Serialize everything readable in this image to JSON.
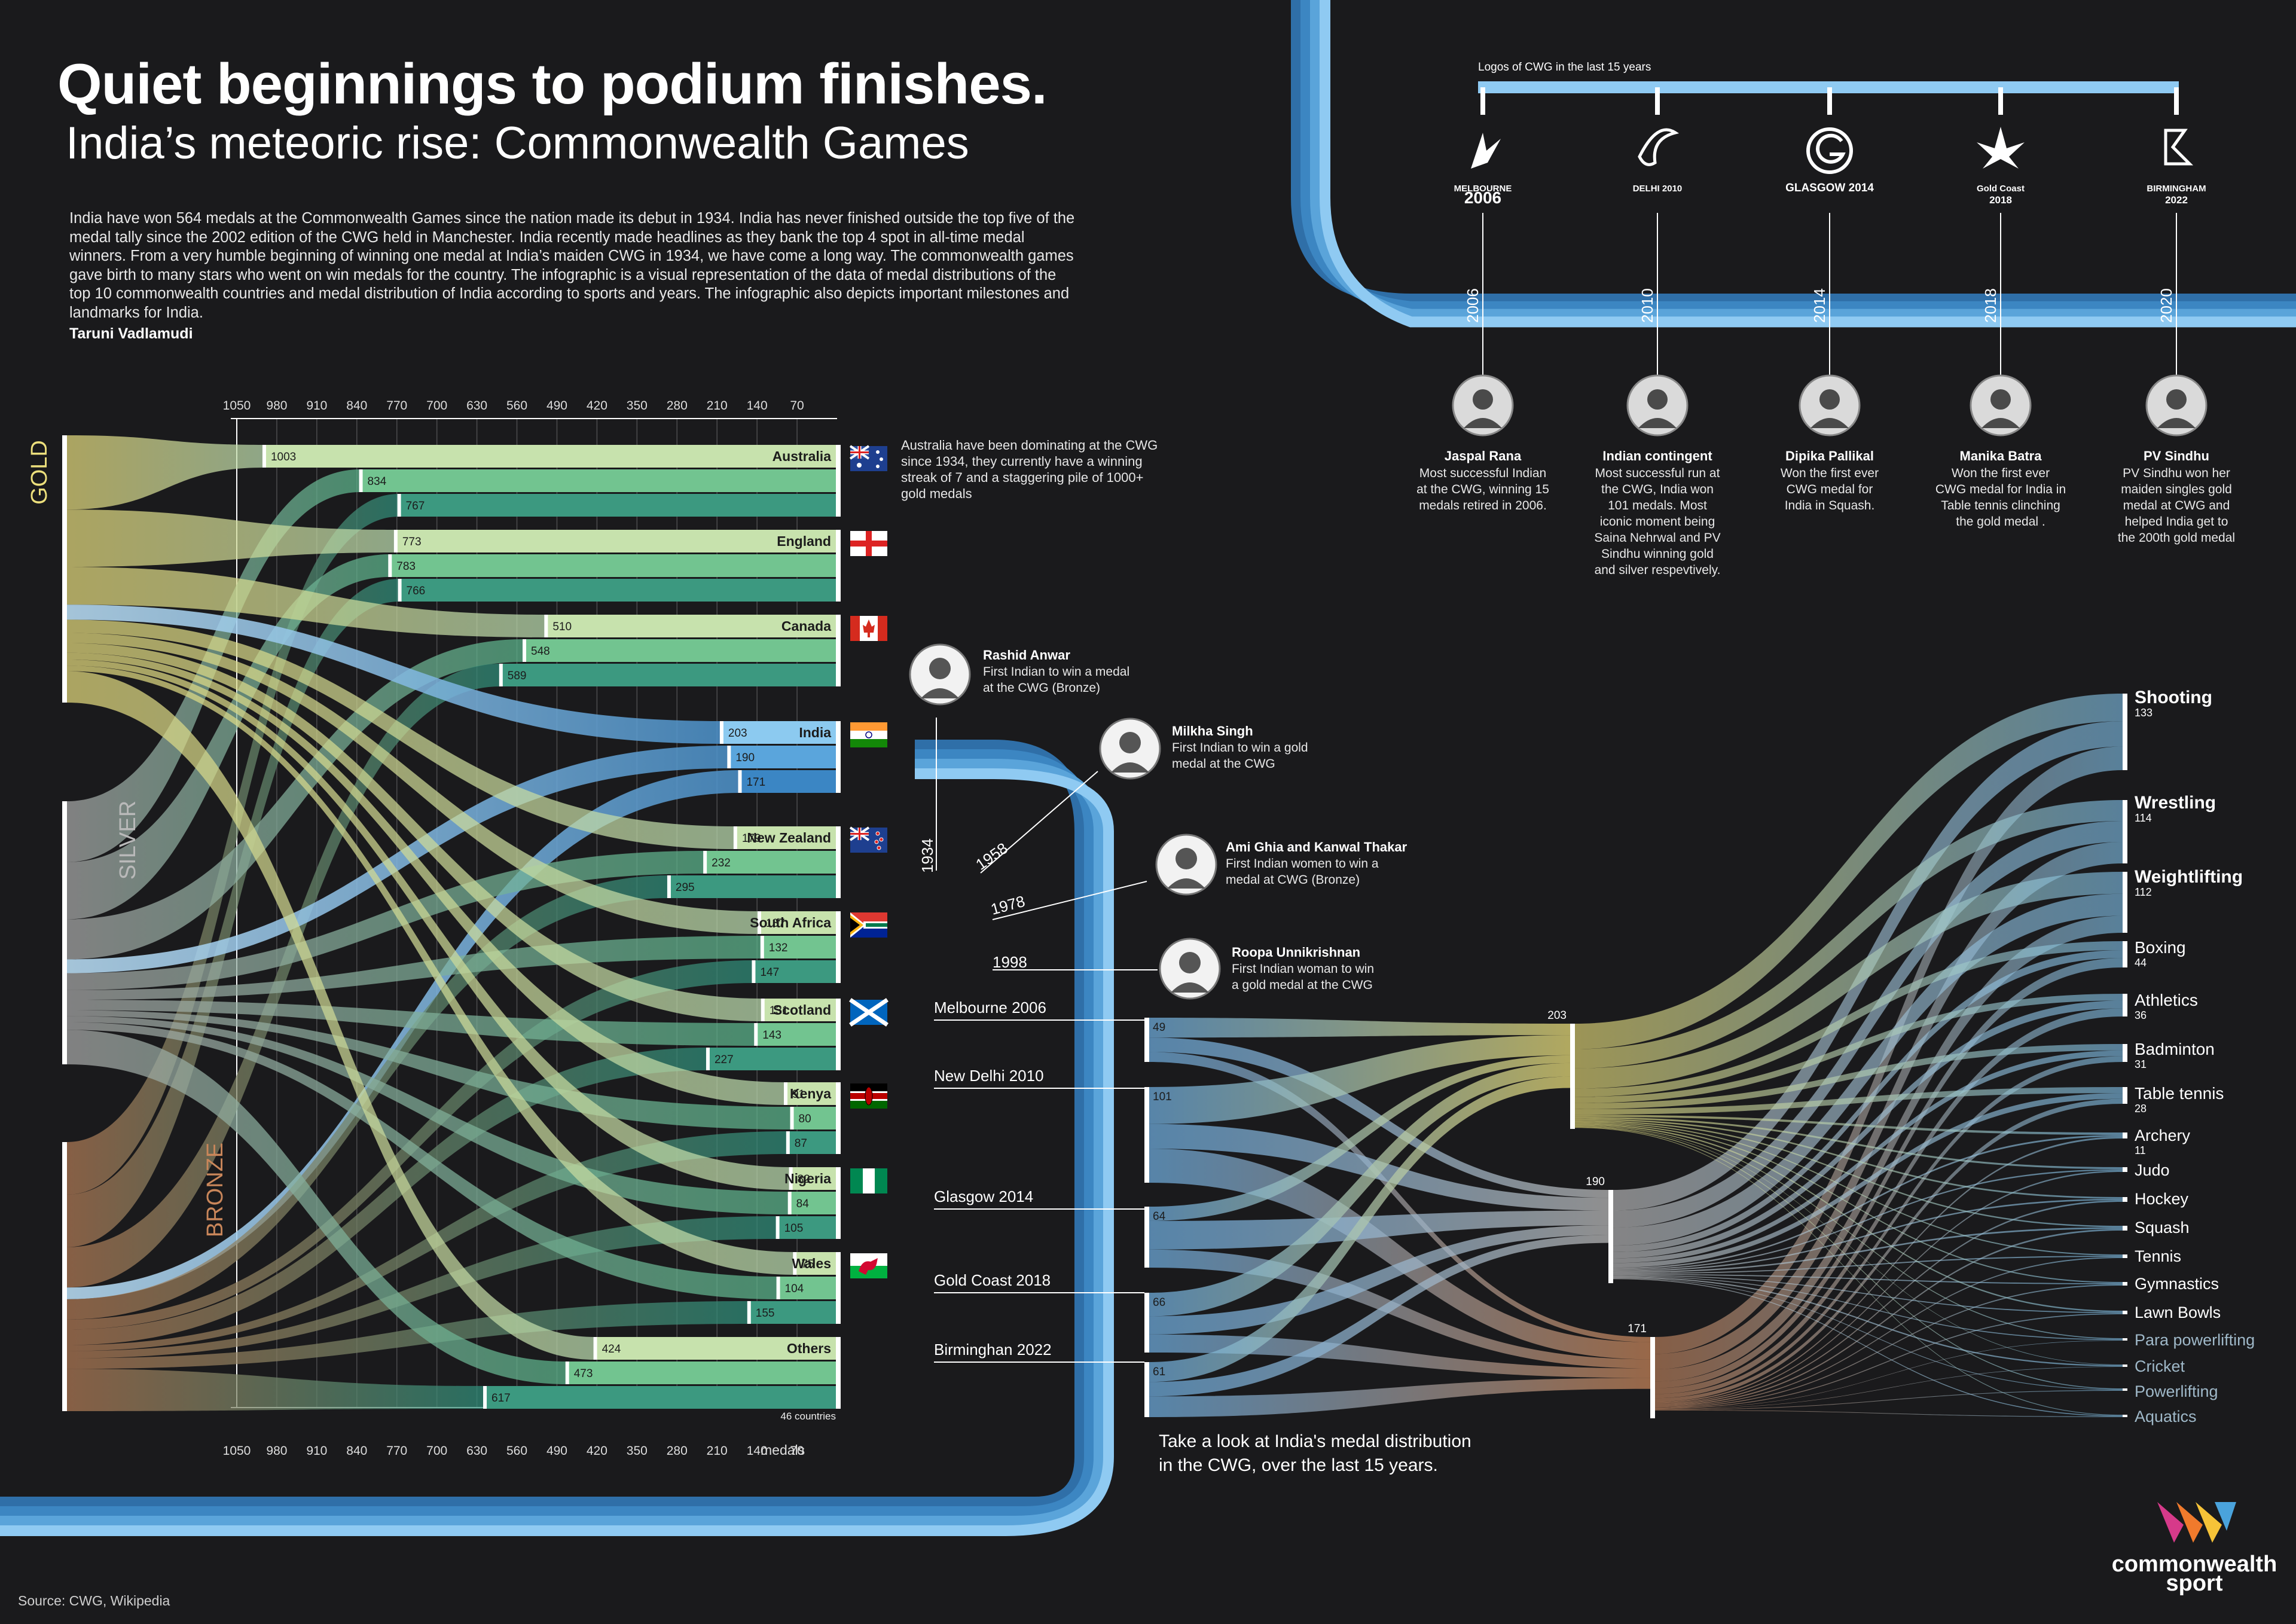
{
  "header": {
    "title": "Quiet beginnings to podium finishes.",
    "subtitle": "India’s meteoric rise: Commonwealth Games",
    "intro": "India have won 564 medals at the Commonwealth Games since the nation made its debut in 1934. India has never finished outside the top five of the medal tally since the 2002 edition of the CWG held in Manchester. India recently made headlines as they bank the top 4 spot in all-time medal winners. From a very humble beginning of winning one medal at India’s maiden CWG in 1934, we have come a long way. The commonwealth games gave birth to many stars who went on win medals for the country. The infographic is a visual representation of the data of medal distributions of the top 10 commonwealth countries and medal distribution of India according to sports and years. The infographic also depicts important milestones and landmarks for India.",
    "author": "Taruni Vadlamudi"
  },
  "source": "Source: CWG, Wikipedia",
  "colors": {
    "background": "#1a1a1c",
    "gold": "#ecdf7c",
    "silver": "#b9b9b9",
    "bronze": "#c9865a",
    "bar_gold": "#c7e2ad",
    "bar_silver": "#72c490",
    "bar_bronze": "#3c9980",
    "india_blue": "#5aa8dd",
    "sport_blue": "#8cc7ec"
  },
  "chart_data": [
    {
      "type": "sankey",
      "axis_ticks": [
        "1050",
        "980",
        "910",
        "840",
        "770",
        "700",
        "630",
        "560",
        "490",
        "420",
        "350",
        "280",
        "210",
        "140",
        "70"
      ],
      "axis_unit": "medals",
      "axis_max": 1050,
      "medal_labels": [
        "GOLD",
        "SILVER",
        "BRONZE"
      ],
      "countries": [
        {
          "name": "Australia",
          "gold": 1003,
          "silver": 834,
          "bronze": 767,
          "flag": "flag-australia"
        },
        {
          "name": "England",
          "gold": 773,
          "silver": 783,
          "bronze": 766,
          "flag": "flag-england"
        },
        {
          "name": "Canada",
          "gold": 510,
          "silver": 548,
          "bronze": 589,
          "flag": "flag-canada"
        },
        {
          "name": "India",
          "gold": 203,
          "silver": 190,
          "bronze": 171,
          "flag": "flag-india"
        },
        {
          "name": "New Zealand",
          "gold": 179,
          "silver": 232,
          "bronze": 295,
          "flag": "flag-new-zealand"
        },
        {
          "name": "South Africa",
          "gold": 137,
          "silver": 132,
          "bronze": 147,
          "flag": "flag-south-africa"
        },
        {
          "name": "Scotland",
          "gold": 131,
          "silver": 143,
          "bronze": 227,
          "flag": "flag-scotland"
        },
        {
          "name": "Kenya",
          "gold": 91,
          "silver": 80,
          "bronze": 87,
          "flag": "flag-kenya"
        },
        {
          "name": "Nigeria",
          "gold": 82,
          "silver": 84,
          "bronze": 105,
          "flag": "flag-nigeria"
        },
        {
          "name": "Wales",
          "gold": 75,
          "silver": 104,
          "bronze": 155,
          "flag": "flag-wales"
        },
        {
          "name": "Others",
          "gold": 424,
          "silver": 473,
          "bronze": 617,
          "flag": ""
        }
      ],
      "others_note": "46 countries",
      "australia_note": "Australia have been dominating at the CWG since 1934, they currently have a winning streak of 7 and a staggering pile of 1000+ gold medals"
    },
    {
      "type": "sankey",
      "editions": [
        {
          "name": "Melbourne 2006",
          "medals": 49
        },
        {
          "name": "New Delhi 2010",
          "medals": 101
        },
        {
          "name": "Glasgow 2014",
          "medals": 64
        },
        {
          "name": "Gold Coast 2018",
          "medals": 66
        },
        {
          "name": "Birminghan 2022",
          "medals": 61
        }
      ],
      "medal_totals": {
        "gold": 203,
        "silver": 190,
        "bronze": 171
      },
      "sports": [
        {
          "name": "Shooting",
          "count": "133"
        },
        {
          "name": "Wrestling",
          "count": "114"
        },
        {
          "name": "Weightlifting",
          "count": "112"
        },
        {
          "name": "Boxing",
          "count": "44"
        },
        {
          "name": "Athletics",
          "count": "36"
        },
        {
          "name": "Badminton",
          "count": "31"
        },
        {
          "name": "Table tennis",
          "count": "28"
        },
        {
          "name": "Archery",
          "count": "11"
        },
        {
          "name": "Judo",
          "count": ""
        },
        {
          "name": "Hockey",
          "count": ""
        },
        {
          "name": "Squash",
          "count": ""
        },
        {
          "name": "Tennis",
          "count": ""
        },
        {
          "name": "Gymnastics",
          "count": ""
        },
        {
          "name": "Lawn Bowls",
          "count": ""
        },
        {
          "name": "Para powerlifting",
          "count": ""
        },
        {
          "name": "Cricket",
          "count": ""
        },
        {
          "name": "Powerlifting",
          "count": ""
        },
        {
          "name": "Aquatics",
          "count": ""
        }
      ],
      "caption": [
        "Take a look at India's medal distribution",
        "in the CWG, over the last 15 years."
      ]
    }
  ],
  "milestones": {
    "years": [
      "1934",
      "1958",
      "1978",
      "1998"
    ],
    "items": [
      {
        "name": "Rashid Anwar",
        "desc": [
          "First Indian to win a medal",
          "at the CWG (Bronze)"
        ]
      },
      {
        "name": "Milkha Singh",
        "desc": [
          "First Indian to win a gold",
          "medal at the CWG"
        ]
      },
      {
        "name": "Ami Ghia and Kanwal Thakar",
        "desc": [
          "First Indian women to win a",
          "medal at CWG (Bronze)"
        ]
      },
      {
        "name": "Roopa Unnikrishnan",
        "desc": [
          "First Indian woman to win",
          "a gold medal at the CWG"
        ]
      }
    ]
  },
  "logos": {
    "heading": "Logos of CWG in the last 15 years",
    "years": [
      "2006",
      "2010",
      "2014",
      "2018",
      "2020"
    ],
    "items": [
      {
        "line1": "MELBOURNE",
        "line2": "2006"
      },
      {
        "line1": "DELHI 2010",
        "line2": ""
      },
      {
        "line1": "GLASGOW 2014",
        "line2": ""
      },
      {
        "line1": "Gold Coast",
        "line2": "2018"
      },
      {
        "line1": "BIRMINGHAM",
        "line2": "2022"
      }
    ],
    "people": [
      {
        "name": "Jaspal Rana",
        "desc": [
          "Most successful Indian",
          "at the CWG, winning 15",
          "medals retired in 2006."
        ]
      },
      {
        "name": "Indian contingent",
        "desc": [
          "Most successful run at",
          "the CWG, India won",
          "101 medals. Most",
          "iconic moment being",
          "Saina Nehrwal and PV",
          "Sindhu winning gold",
          "and silver respevtively."
        ]
      },
      {
        "name": "Dipika Pallikal",
        "desc": [
          "Won the first ever",
          "CWG medal for",
          "India in Squash."
        ]
      },
      {
        "name": "Manika Batra",
        "desc": [
          "Won the first ever",
          "CWG medal for India in",
          "Table tennis clinching",
          "the gold medal ."
        ]
      },
      {
        "name": "PV Sindhu",
        "desc": [
          "PV Sindhu won her",
          "maiden singles gold",
          "medal at CWG and",
          "helped India get to",
          "the 200th gold medal"
        ]
      }
    ]
  },
  "brand": {
    "line1": "commonwealth",
    "line2": "sport"
  }
}
